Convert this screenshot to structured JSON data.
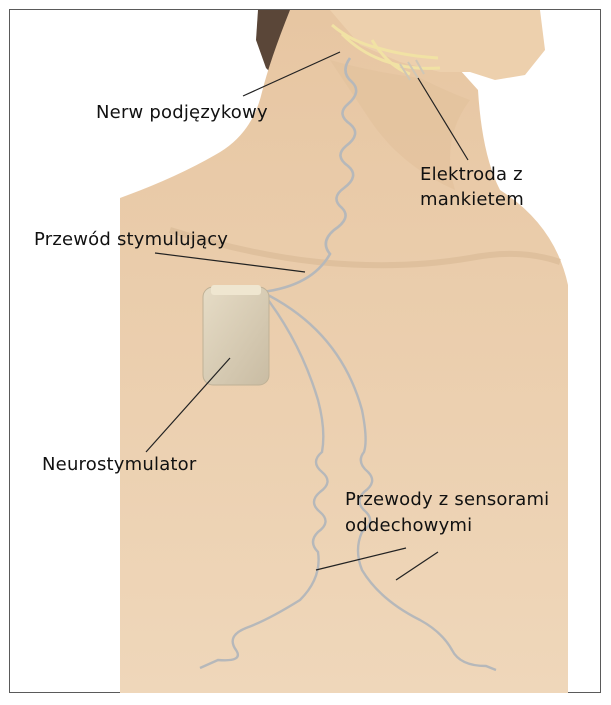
{
  "labels": {
    "hypoglossal_nerve": "Nerw podjęzykowy",
    "cuff_electrode_1": "Elektroda z",
    "cuff_electrode_2": "mankietem",
    "stimulation_lead": "Przewód stymulujący",
    "neurostimulator": "Neurostymulator",
    "sensing_leads_1": "Przewody z sensorami",
    "sensing_leads_2": "oddechowymi"
  },
  "colors": {
    "skin": "#ecd1b0",
    "skin_shadow": "#dcbd98",
    "hair": "#5a4638",
    "nerve": "#f1e2a4",
    "lead": "#b6b8ba",
    "device": "#ddd0b8",
    "line": "#222222"
  }
}
